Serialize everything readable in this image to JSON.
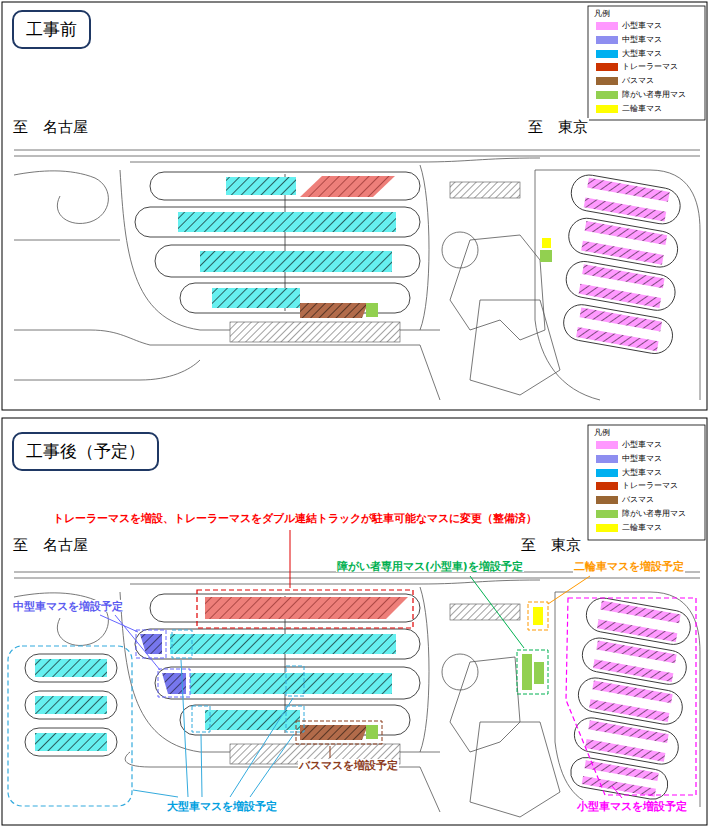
{
  "diagram": {
    "nodes": [
      {
        "text": [
          "工事前"
        ]
      },
      {
        "text": [
          "工事後（予定）"
        ]
      }
    ],
    "labels": [
      "凡例",
      "至　名古屋",
      "至　東京",
      "凡例",
      "トレーラーマスを増設、トレーラーマスをダブル連結トラックが駐車可能なマスに変更（整備済）",
      "至　名古屋",
      "至　東京",
      "障がい者専用マス(小型車)を増設予定",
      "二輪車マスを増設予定",
      "中型車マスを増設予定",
      "バスマスを増設予定",
      "大型車マスを増設予定",
      "小型車マスを増設予定"
    ],
    "legend": [
      {
        "text": "小型車マス",
        "color": "#ff99ff"
      },
      {
        "text": "中型車マス",
        "color": "#8e8ef0"
      },
      {
        "text": "大型車マス",
        "color": "#00b0f0"
      },
      {
        "text": "トレーラーマス",
        "color": "#cc3300"
      },
      {
        "text": "バスマス",
        "color": "#996633"
      },
      {
        "text": "障がい者専用マス",
        "color": "#92d050"
      },
      {
        "text": "二輪車マス",
        "color": "#ffff00"
      },
      {
        "text": "小型車マス",
        "color": "#ff99ff"
      },
      {
        "text": "中型車マス",
        "color": "#8e8ef0"
      },
      {
        "text": "大型車マス",
        "color": "#00b0f0"
      },
      {
        "text": "トレーラーマス",
        "color": "#cc3300"
      },
      {
        "text": "バスマス",
        "color": "#996633"
      },
      {
        "text": "障がい者専用マス",
        "color": "#92d050"
      },
      {
        "text": "二輪車マス",
        "color": "#ffff00"
      }
    ]
  }
}
